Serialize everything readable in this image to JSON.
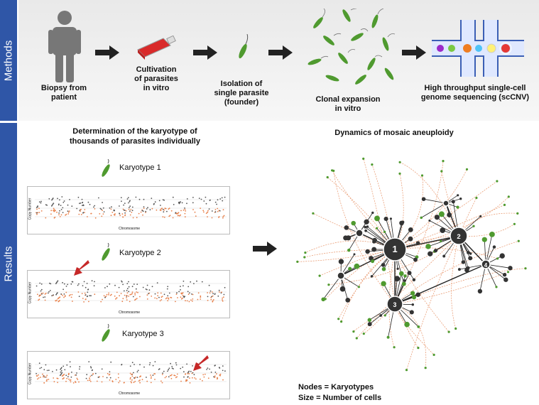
{
  "sections": {
    "methods": "Methods",
    "results": "Results"
  },
  "steps": [
    {
      "line1": "Biopsy from",
      "line2": "patient",
      "line3": ""
    },
    {
      "line1": "Cultivation",
      "line2": "of parasites",
      "line3": "in vitro"
    },
    {
      "line1": "Isolation of",
      "line2": "single parasite",
      "line3": "(founder)"
    },
    {
      "line1": "Clonal expansion",
      "line2": "in vitro",
      "line3": ""
    },
    {
      "line1": "High throughput single-cell",
      "line2": "genome sequencing (scCNV)",
      "line3": ""
    }
  ],
  "results": {
    "left_title_1": "Determination of the karyotype of",
    "left_title_2": "thousands of parasites individually",
    "karyotypes": [
      "Karyotype 1",
      "Karyotype 2",
      "Karyotype 3"
    ],
    "x_axis_label": "Chromosome",
    "y_axis_label": "Copy Number",
    "right_title": "Dynamics of mosaic aneuploidy",
    "hub_labels": [
      "1",
      "2",
      "3",
      "4"
    ],
    "legend_1": "Nodes = Karyotypes",
    "legend_2": "Size = Number of cells"
  },
  "colors": {
    "band": "#2f56a7",
    "parasite": "#4f9a2f",
    "edge": "#e8956a",
    "node": "#333333"
  }
}
